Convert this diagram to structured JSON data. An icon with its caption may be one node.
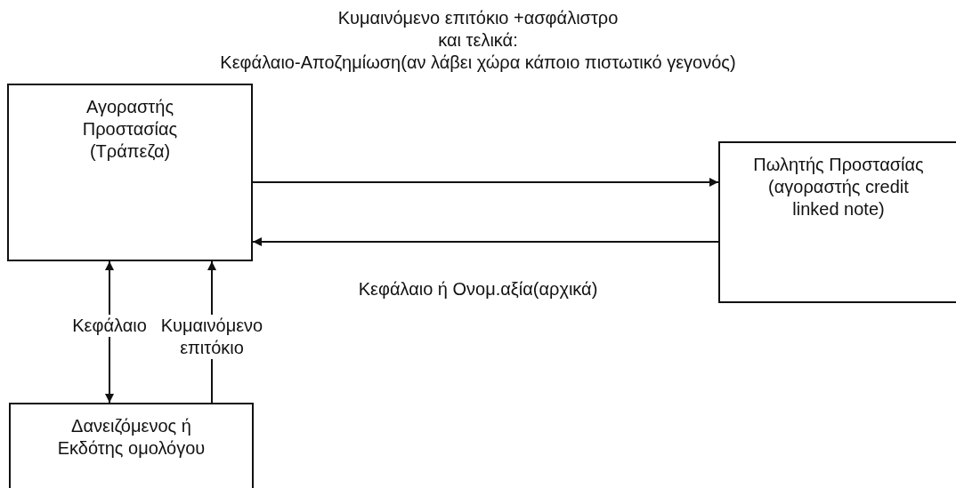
{
  "diagram": {
    "nodes": [
      {
        "text": [
          "Αγοραστής Προστασίας (Τράπεζα)"
        ]
      },
      {
        "text": [
          "Πωλητής Προστασίας (αγοραστής credit linked note)"
        ]
      },
      {
        "text": [
          "Δανειζόμενος ή Εκδότης ομολόγου"
        ]
      }
    ],
    "edges": [
      {
        "from": 0,
        "to": 1,
        "arrow": "to"
      },
      {
        "from": 1,
        "to": 0,
        "arrow": "to",
        "label": "Κεφάλαιο ή Ονομ.αξία(αρχικά)"
      },
      {
        "from": 2,
        "to": 0,
        "arrow": "both",
        "label": "Κεφάλαιο"
      },
      {
        "from": 2,
        "to": 0,
        "arrow": "to",
        "label": "Κυμαινόμενο επιτόκιο"
      }
    ],
    "labels": [
      "Κυμαινόμενο επιτόκιο +ασφάλιστρο",
      "και τελικά:",
      "Κεφάλαιο-Αποζημίωση(αν λάβει χώρα κάποιο πιστωτικό γεγονός)"
    ]
  }
}
